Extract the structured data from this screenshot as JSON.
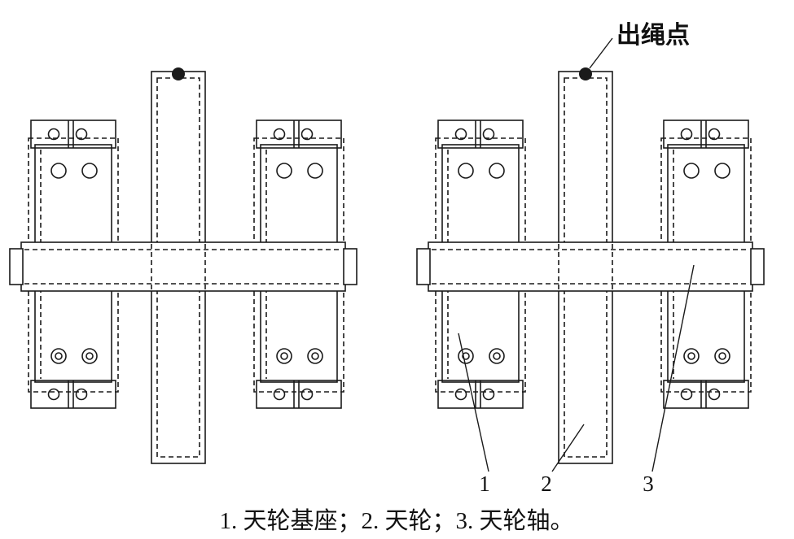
{
  "page": {
    "background_color": "#ffffff",
    "line_color": "#1a1a1a"
  },
  "figure": {
    "rope_exit_label": "出绳点",
    "callouts": [
      {
        "number": "1"
      },
      {
        "number": "2"
      },
      {
        "number": "3"
      }
    ],
    "caption": "1. 天轮基座；2. 天轮；3. 天轮轴。"
  }
}
